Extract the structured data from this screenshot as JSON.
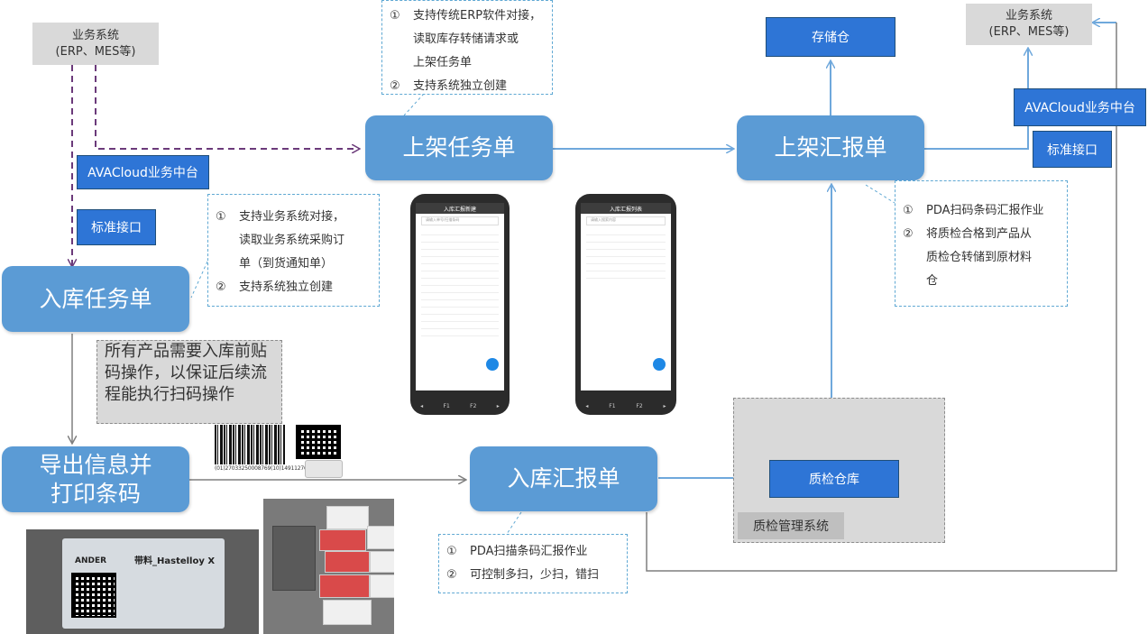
{
  "colors": {
    "box_blue": "#5b9bd5",
    "dark_blue": "#2e75d6",
    "gray": "#d9d9d9",
    "arrow_purple": "#6b3a7a",
    "arrow_blue": "#6fa8dc"
  },
  "left_business_system": {
    "line1": "业务系统",
    "line2": "(ERP、MES等)"
  },
  "right_business_system": {
    "line1": "业务系统",
    "line2": "(ERP、MES等)"
  },
  "left_avacloud": "AVACloud业务中台",
  "left_std_interface": "标准接口",
  "right_avacloud": "AVACloud业务中台",
  "right_std_interface": "标准接口",
  "storage_warehouse": "存储仓",
  "putaway_task": "上架任务单",
  "putaway_report": "上架汇报单",
  "inbound_task": "入库任务单",
  "export_print": {
    "line1": "导出信息并",
    "line2": "打印条码"
  },
  "inbound_report": "入库汇报单",
  "qc_warehouse": "质检仓库",
  "qc_system": "质检管理系统",
  "note_top": {
    "items": [
      {
        "num": "①",
        "text": "支持传统ERP软件对接，"
      },
      {
        "num": "",
        "text": "读取库存转储请求或"
      },
      {
        "num": "",
        "text": "上架任务单"
      },
      {
        "num": "②",
        "text": "支持系统独立创建"
      }
    ]
  },
  "note_inbound": {
    "items": [
      {
        "num": "①",
        "text": "支持业务系统对接，"
      },
      {
        "num": "",
        "text": "读取业务系统采购订"
      },
      {
        "num": "",
        "text": "单（到货通知单）"
      },
      {
        "num": "②",
        "text": "支持系统独立创建"
      }
    ]
  },
  "note_putaway_report": {
    "items": [
      {
        "num": "①",
        "text": "PDA扫码条码汇报作业"
      },
      {
        "num": "②",
        "text": "将质检合格到产品从"
      },
      {
        "num": "",
        "text": "质检仓转储到原材料"
      },
      {
        "num": "",
        "text": "仓"
      }
    ]
  },
  "note_inbound_report": {
    "items": [
      {
        "num": "①",
        "text": "PDA扫描条码汇报作业"
      },
      {
        "num": "②",
        "text": "可控制多扫，少扫，错扫"
      }
    ]
  },
  "gray_note": "所有产品需要入库前贴码操作，以保证后续流程能执行扫码操作",
  "barcode_text": "(01)27033250008769(10)14911276",
  "phone1": {
    "title": "入库汇报新建",
    "search": "请输入单号/扫描条码"
  },
  "phone2": {
    "title": "入库汇报列表",
    "search": "请输入搜索内容"
  },
  "label_photo": {
    "brand": "ANDER",
    "title": "带料_Hastelloy X"
  }
}
